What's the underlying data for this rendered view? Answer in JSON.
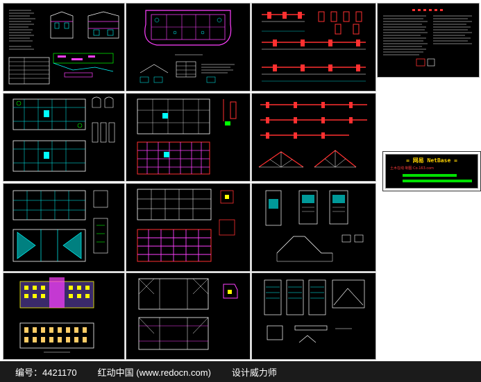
{
  "logo": {
    "title": "= 网易 NetBase =",
    "subtitle": "土木在线·制图    Co.163.com"
  },
  "footer": {
    "id_label": "编号：4421170",
    "site": "红动中国 (www.redocn.com)",
    "author": "设计威力师"
  },
  "colors": {
    "sheet_bg": "#000000",
    "line_cyan": "#00ffff",
    "line_magenta": "#ff40ff",
    "line_red": "#ff3030",
    "line_white": "#ffffff",
    "line_yellow": "#ffff00",
    "line_green": "#00ff00",
    "footer_bg": "#1b1b1b"
  }
}
